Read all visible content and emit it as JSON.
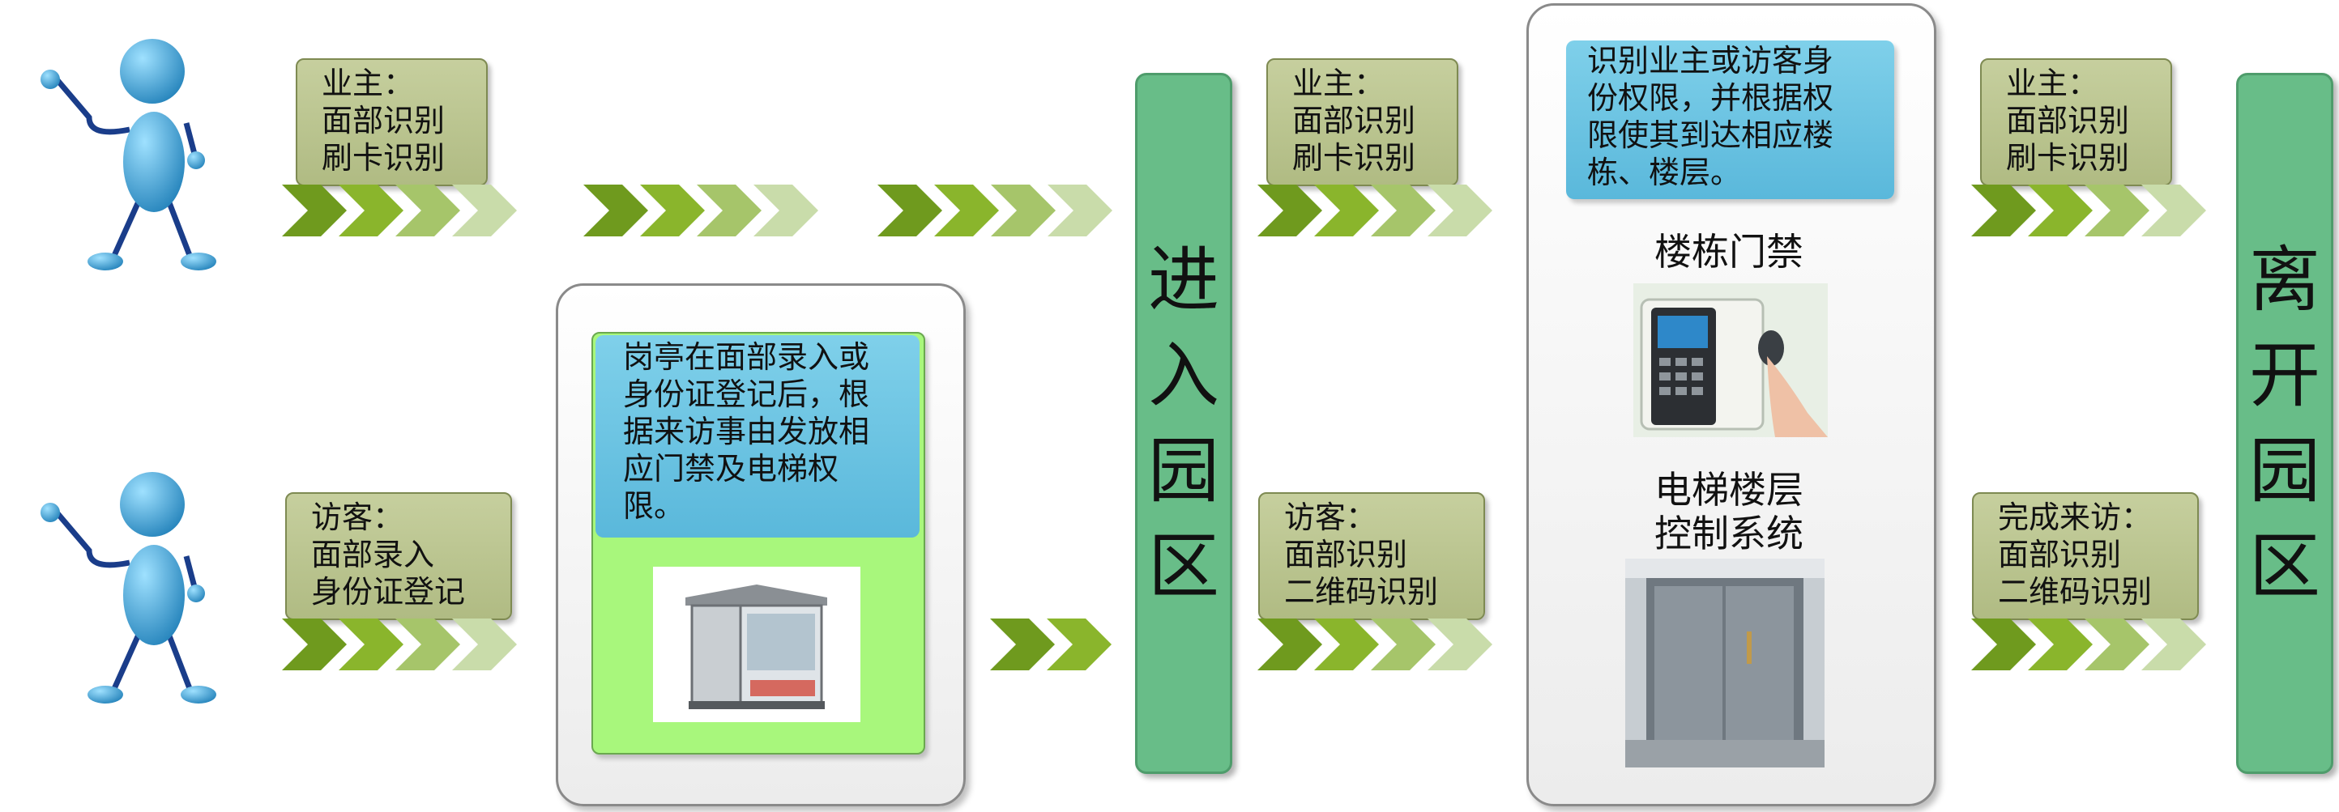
{
  "owner_label": "业主：\n面部识别\n刷卡识别",
  "visitor_entry_label": "访客：\n面部录入\n身份证登记",
  "visitor_id_label": "访客：\n面部识别\n二维码识别",
  "exit_visitor_label": "完成来访：\n面部识别\n二维码识别",
  "guard_booth_text": "岗亭在面部录入或\n身份证登记后，根\n据来访事由发放相\n应门禁及电梯权\n限。",
  "identify_text": "识别业主或访客身\n份权限，并根据权\n限使其到达相应楼\n栋、楼层。",
  "building_access_caption": "楼栋门禁",
  "elevator_caption": "电梯楼层\n控制系统",
  "enter_park": [
    "进",
    "入",
    "园",
    "区"
  ],
  "leave_park": [
    "离",
    "开",
    "园",
    "区"
  ],
  "colors": {
    "chevron_dark": "#6f9a1e",
    "chevron_mid": "#8ab52c",
    "chevron_light": "#a6c56a",
    "chevron_pale": "#c9dcaa",
    "bar_green": "#68bd88",
    "person_blue": "#3aa6d6"
  },
  "icons": [
    "person-icon",
    "person-icon",
    "guard-booth-image",
    "fingerprint-reader-image",
    "elevator-image"
  ]
}
